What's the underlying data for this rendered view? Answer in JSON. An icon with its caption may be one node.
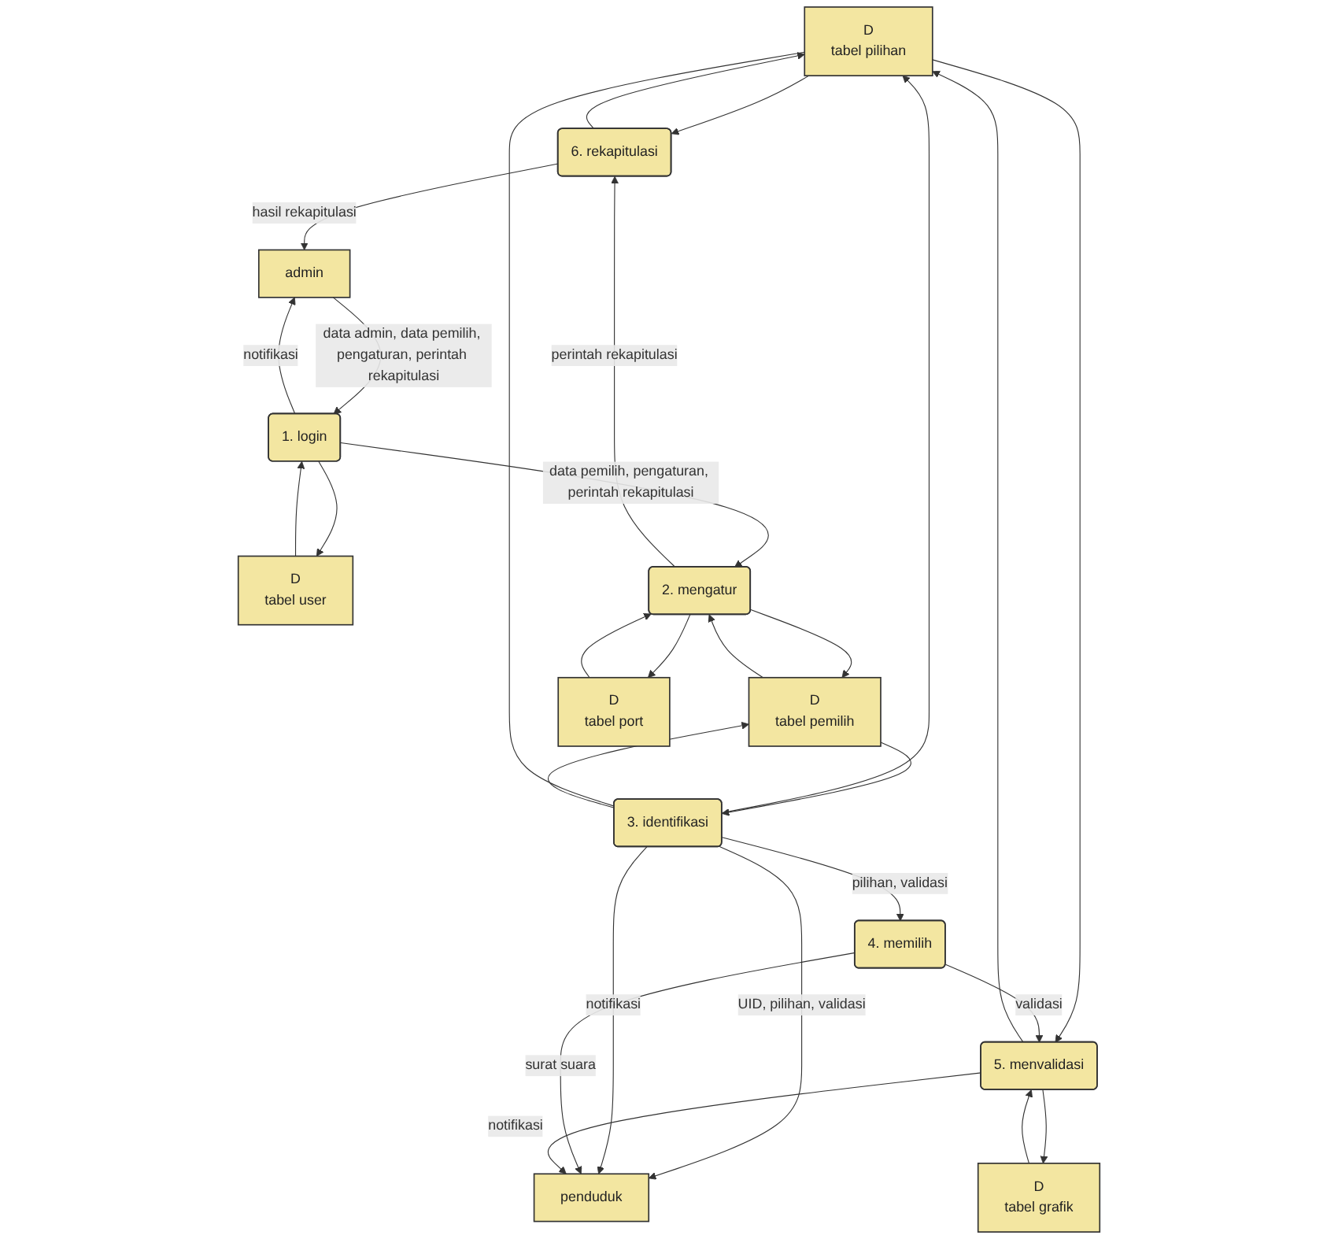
{
  "diagram": {
    "nodes": [
      {
        "text": [
          "D",
          "tabel pilihan"
        ]
      },
      {
        "text": [
          "D",
          "tabel grafik"
        ]
      },
      {
        "text": [
          "3. identifikasi"
        ]
      },
      {
        "text": [
          "4. memilih"
        ]
      },
      {
        "text": [
          "5. menvalidasi"
        ]
      },
      {
        "text": [
          "D",
          "tabel pemilih"
        ]
      },
      {
        "text": [
          "penduduk"
        ]
      },
      {
        "text": [
          "D",
          "tabel user"
        ]
      },
      {
        "text": [
          "2. mengatur"
        ]
      },
      {
        "text": [
          "1. login"
        ]
      },
      {
        "text": [
          "D",
          "tabel port"
        ]
      },
      {
        "text": [
          "6. rekapitulasi"
        ]
      },
      {
        "text": [
          "admin"
        ]
      }
    ],
    "edges": [
      {
        "from": 0,
        "to": 11,
        "arrow": "to"
      },
      {
        "from": 11,
        "to": 0,
        "arrow": "to"
      },
      {
        "from": 2,
        "to": 0,
        "arrow": "to"
      },
      {
        "from": 2,
        "to": 0,
        "arrow": "none"
      },
      {
        "from": 4,
        "to": 0,
        "arrow": "to"
      },
      {
        "from": 0,
        "to": 4,
        "arrow": "to"
      },
      {
        "from": 4,
        "to": 1,
        "arrow": "to"
      },
      {
        "from": 1,
        "to": 4,
        "arrow": "to"
      },
      {
        "from": 2,
        "to": 3,
        "label": "pilihan, validasi",
        "arrow": "to"
      },
      {
        "from": 3,
        "to": 4,
        "label": "validasi",
        "arrow": "to"
      },
      {
        "from": 5,
        "to": 2,
        "arrow": "to"
      },
      {
        "from": 2,
        "to": 5,
        "arrow": "to"
      },
      {
        "from": 2,
        "to": 6,
        "label": "UID, pilihan, validasi",
        "arrow": "to"
      },
      {
        "from": 2,
        "to": 6,
        "label": "notifikasi",
        "arrow": "to"
      },
      {
        "from": 3,
        "to": 6,
        "label": "surat suara",
        "arrow": "to"
      },
      {
        "from": 4,
        "to": 6,
        "label": "notifikasi",
        "arrow": "to"
      },
      {
        "from": 7,
        "to": 9,
        "arrow": "to"
      },
      {
        "from": 9,
        "to": 7,
        "arrow": "to"
      },
      {
        "from": 5,
        "to": 8,
        "arrow": "to"
      },
      {
        "from": 8,
        "to": 5,
        "arrow": "to"
      },
      {
        "from": 9,
        "to": 8,
        "label": "data pemilih, pengaturan, perintah rekapitulasi",
        "arrow": "to"
      },
      {
        "from": 10,
        "to": 8,
        "arrow": "to"
      },
      {
        "from": 8,
        "to": 10,
        "arrow": "to"
      },
      {
        "from": 8,
        "to": 11,
        "label": "perintah rekapitulasi",
        "arrow": "to"
      },
      {
        "from": 11,
        "to": 12,
        "label": "hasil rekapitulasi",
        "arrow": "to"
      },
      {
        "from": 12,
        "to": 9,
        "label": "data admin, data pemilih, pengaturan, perintah rekapitulasi",
        "arrow": "to"
      },
      {
        "from": 9,
        "to": 12,
        "label": "notifikasi",
        "arrow": "to"
      }
    ]
  }
}
